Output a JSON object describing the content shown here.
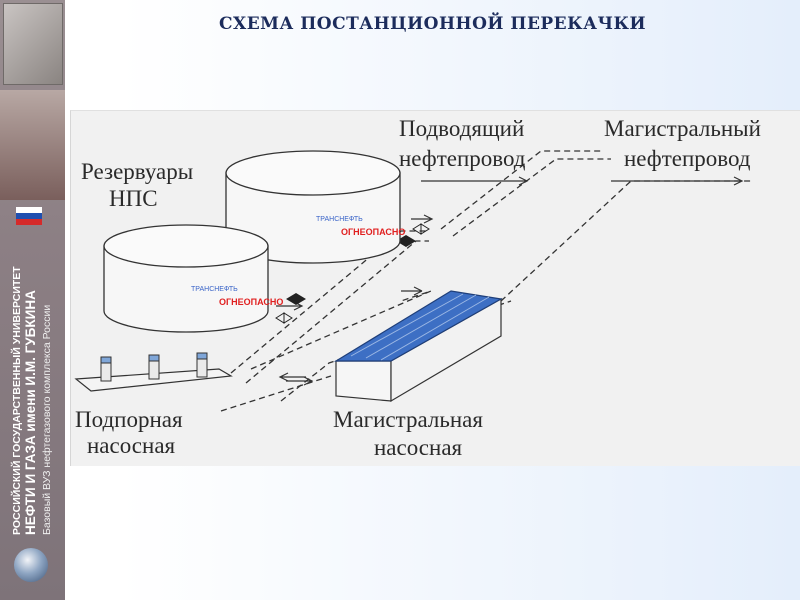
{
  "title": "СХЕМА ПОСТАНЦИОННОЙ ПЕРЕКАЧКИ",
  "sidebar": {
    "university_line1": "РОССИЙСКИЙ ГОСУДАРСТВЕННЫЙ УНИВЕРСИТЕТ",
    "university_line2": "НЕФТИ И ГАЗА имени И.М. ГУБКИНА",
    "university_line3": "Базовый ВУЗ нефтегазового комплекса России",
    "flag_colors": [
      "#ffffff",
      "#1f4fb0",
      "#d62a2a"
    ]
  },
  "diagram": {
    "labels": {
      "tanks_line1": "Резервуары",
      "tanks_line2": "НПС",
      "inlet_line1": "Подводящий",
      "inlet_line2": "нефтепровод",
      "main_line1": "Магистральный",
      "main_line2": "нефтепровод",
      "booster_line1": "Подпорная",
      "booster_line2": "насосная",
      "mainpump_line1": "Магистральная",
      "mainpump_line2": "насосная"
    },
    "tank_text_company": "ТРАНСНЕФТЬ",
    "tank_text_warning": "ОГНЕОПАСНО",
    "colors": {
      "roof": "#3d6fc4",
      "warning": "#e02020",
      "company": "#3a64c8"
    }
  }
}
